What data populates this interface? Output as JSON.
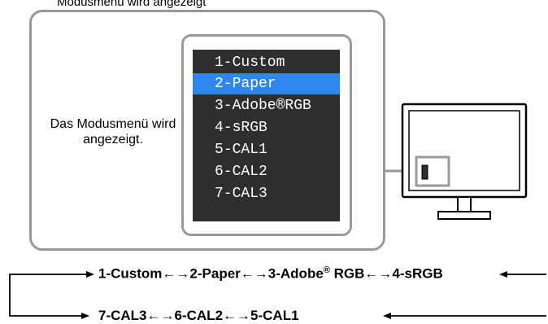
{
  "caption_top": "Modusmenü wird angezeigt",
  "description": "Das Modusmenü wird angezeigt.",
  "menu": {
    "items": [
      {
        "label": "1-Custom",
        "selected": false
      },
      {
        "label": "2-Paper",
        "selected": true
      },
      {
        "label": "3-Adobe®RGB",
        "selected": false
      },
      {
        "label": "4-sRGB",
        "selected": false
      },
      {
        "label": "5-CAL1",
        "selected": false
      },
      {
        "label": "6-CAL2",
        "selected": false
      },
      {
        "label": "7-CAL3",
        "selected": false
      }
    ],
    "bg_color": "#2e2e2e",
    "highlight_color": "#2e86ee"
  },
  "sequence": {
    "row1": {
      "m1": "1-Custom",
      "m2": "2-Paper",
      "m3": "3-Adobe",
      "m3_sup": "®",
      "m3_rest": " RGB",
      "m4": "4-sRGB"
    },
    "row2": {
      "m7": "7-CAL3",
      "m6": "6-CAL2",
      "m5": "5-CAL1"
    },
    "arrow": "←→"
  }
}
